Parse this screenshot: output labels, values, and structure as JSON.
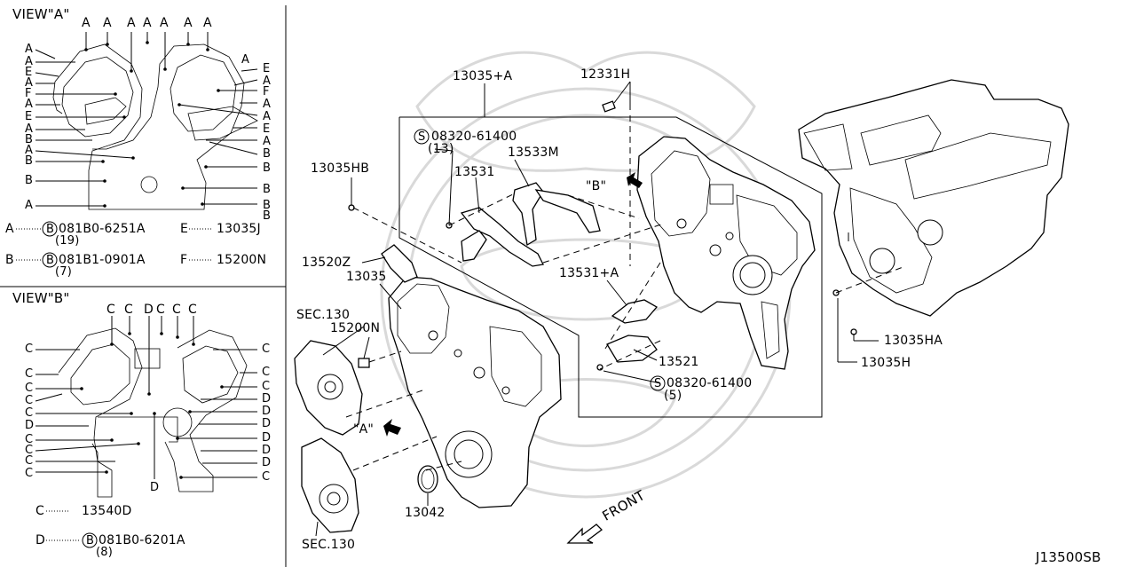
{
  "diagram_id": "J13500SB",
  "view_a": {
    "title": "VIEW\"A\"",
    "top_letters": [
      "A",
      "A",
      "A",
      "A",
      "A",
      "A",
      "A"
    ],
    "left_letters": [
      "A",
      "A",
      "E",
      "A",
      "F",
      "A",
      "E",
      "A",
      "B",
      "A",
      "B",
      "B",
      "A"
    ],
    "right_letters": [
      "A",
      "E",
      "A",
      "F",
      "A",
      "A",
      "E",
      "A",
      "B",
      "B",
      "B",
      "B",
      "B"
    ],
    "legend": [
      {
        "key": "A",
        "part": "081B0-6251A",
        "qty": "(19)"
      },
      {
        "key": "B",
        "part": "081B1-0901A",
        "qty": "(7)"
      }
    ],
    "legend_right": [
      {
        "key": "E",
        "part": "13035J"
      },
      {
        "key": "F",
        "part": "15200N"
      }
    ]
  },
  "view_b": {
    "title": "VIEW\"B\"",
    "top_letters": [
      "C",
      "C",
      "D",
      "C",
      "C",
      "C"
    ],
    "left_letters": [
      "C",
      "C",
      "C",
      "C",
      "C",
      "D",
      "C",
      "C",
      "C",
      "C"
    ],
    "right_letters": [
      "C",
      "C",
      "C",
      "D",
      "D",
      "D",
      "D",
      "D",
      "D",
      "C"
    ],
    "bottom_letter": "D",
    "legend": [
      {
        "key": "C",
        "part": "13540D"
      },
      {
        "key": "D",
        "part": "081B0-6201A",
        "qty": "(8)"
      }
    ]
  },
  "callouts": {
    "p13035A": "13035+A",
    "p12331H": "12331H",
    "s08320_top": "08320-61400",
    "s08320_top_qty": "(13)",
    "p13533M": "13533M",
    "p13531": "13531",
    "p13035HB": "13035HB",
    "view_b_ref": "\"B\"",
    "p13520Z": "13520Z",
    "p13035": "13035",
    "sec130_top": "SEC.130",
    "p15200N": "15200N",
    "p13531A": "13531+A",
    "p13521": "13521",
    "s08320_bottom": "08320-61400",
    "s08320_bottom_qty": "(5)",
    "view_a_ref": "\"A\"",
    "p13042": "13042",
    "sec130_bottom": "SEC.130",
    "front": "FRONT",
    "p13035HA": "13035HA",
    "p13035H": "13035H"
  },
  "symbols": {
    "bolt_b": "B",
    "screw_s": "S"
  }
}
